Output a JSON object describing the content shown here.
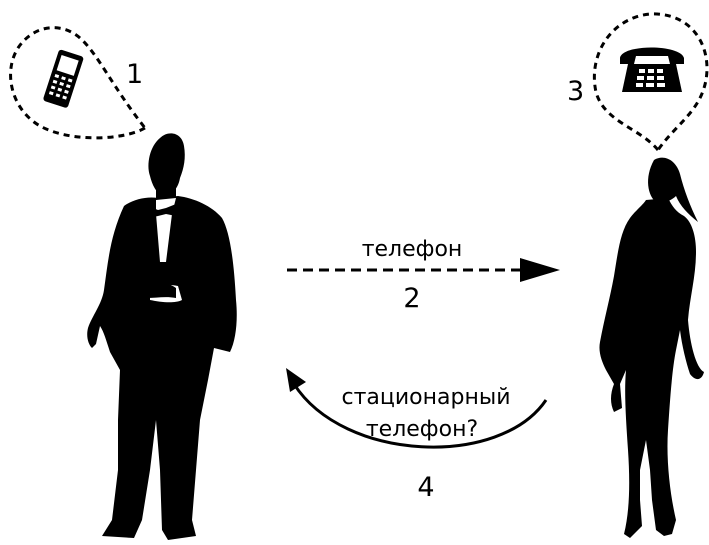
{
  "steps": {
    "one": "1",
    "two": "2",
    "three": "3",
    "four": "4"
  },
  "labels": {
    "top_arrow": "телефон",
    "bottom_arrow_line1": "стационарный",
    "bottom_arrow_line2": "телефон?"
  },
  "icons": {
    "left_bubble": "mobile-phone-icon",
    "right_bubble": "desk-phone-icon",
    "left_figure": "man-in-tuxedo-silhouette",
    "right_figure": "woman-silhouette"
  },
  "colors": {
    "ink": "#000000",
    "background": "#ffffff"
  }
}
